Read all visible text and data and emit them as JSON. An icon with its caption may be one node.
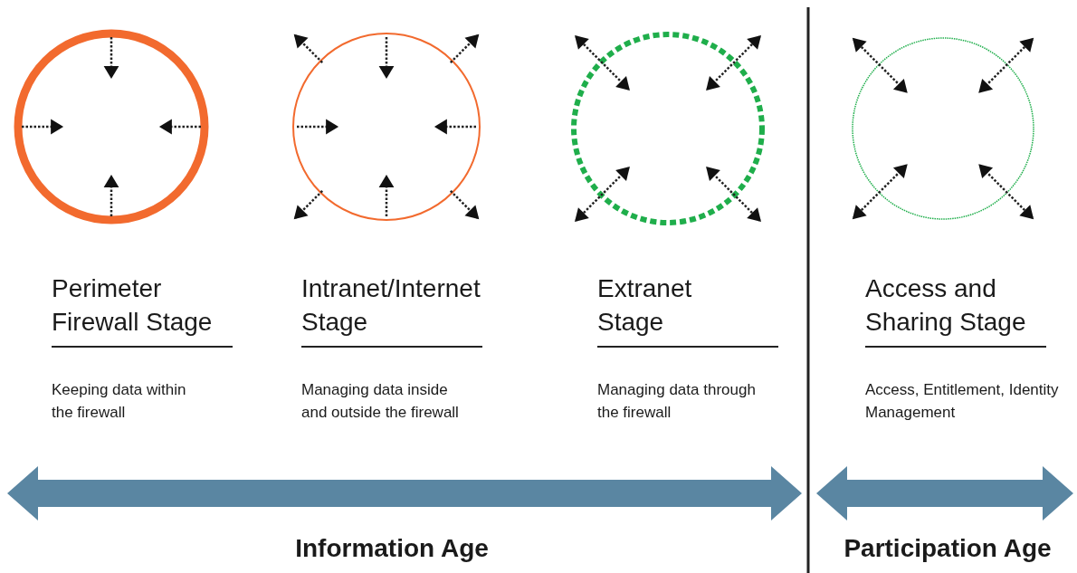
{
  "diagram": {
    "labels": [
      "Perimeter Firewall Stage",
      "Intranet/Internet Stage",
      "Extranet Stage",
      "Access and Sharing Stage",
      "Keeping data within the firewall",
      "Managing data inside and outside the firewall",
      "Managing data through the firewall",
      "Access, Entitlement, Identity Management",
      "Information Age",
      "Participation Age"
    ]
  }
}
